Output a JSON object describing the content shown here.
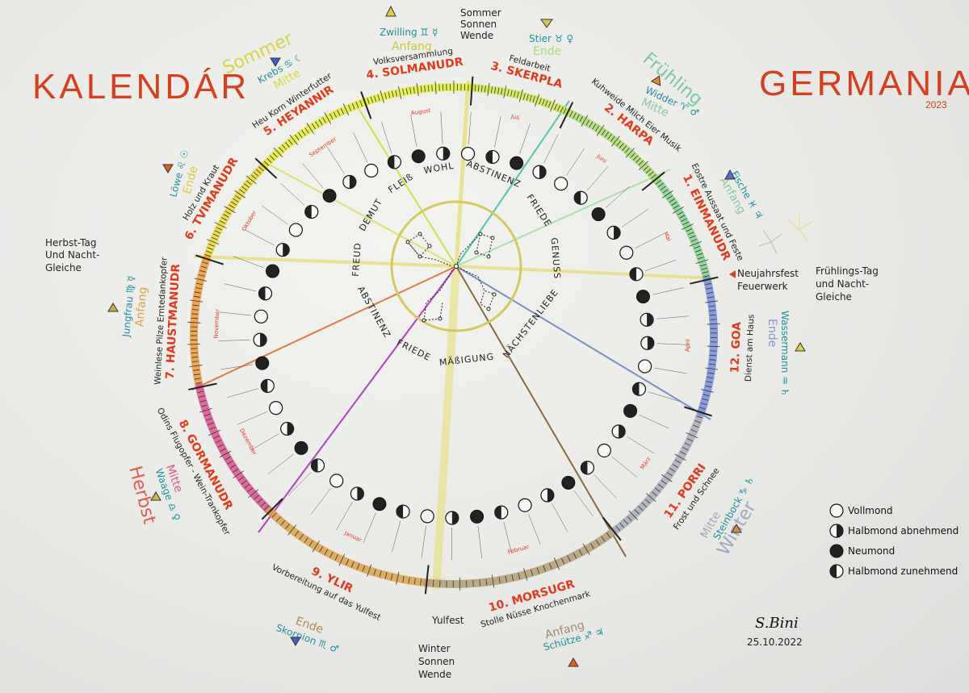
{
  "title": {
    "left": "KALENDÁR",
    "right": "GERMANIA",
    "year": "2023"
  },
  "months": [
    {
      "name": "1. EINMANUDR",
      "activity": "Eostre Aussaat und Feste",
      "color": "#86d48e"
    },
    {
      "name": "2. HARPA",
      "activity": "Kuhweide Milch Eier Musik",
      "color": "#a9dc70"
    },
    {
      "name": "3. SKERPLA",
      "activity": "Feldarbeit",
      "color": "#d2e654"
    },
    {
      "name": "4. SOLMANUDR",
      "activity": "Volksversammlung",
      "color": "#e4ee3c"
    },
    {
      "name": "5. HEYANNIR",
      "activity": "Heu Korn Winterfutter",
      "color": "#e6ea3a"
    },
    {
      "name": "6. TVIMANUDR",
      "activity": "Holz und Kraut",
      "color": "#e9d83a"
    },
    {
      "name": "7. HAUSTMANUDR",
      "activity": "Weinlese Pilze Erntedankopfer",
      "color": "#ea9a3c"
    },
    {
      "name": "8. GORMANUDR",
      "activity": "Odins Flugopfer - Wein-Trankopfer",
      "color": "#d9558f"
    },
    {
      "name": "9. YLIR",
      "activity": "Vorbereitung auf das Yulfest",
      "color": "#d8a24e"
    },
    {
      "name": "10. MORSUGR",
      "activity": "Stolle Nüsse Knochenmark",
      "color": "#b39c72"
    },
    {
      "name": "11. PORRI",
      "activity": "Frost und Schnee",
      "color": "#a9adb8"
    },
    {
      "name": "12. GOA",
      "activity": "Dienst am Haus",
      "color": "#7890d8"
    }
  ],
  "calendar_months": [
    "Mai",
    "Juni",
    "Juli",
    "August",
    "September",
    "Oktober",
    "November",
    "Dezember",
    "Januar",
    "Februar",
    "März",
    "April"
  ],
  "zodiac": [
    {
      "sign": "Zwilling ♊ ☿",
      "phase": "Anfang",
      "phase_color": "#c9c43a"
    },
    {
      "sign": "Stier ♉ ♀",
      "phase": "Ende",
      "phase_color": "#a9dc70"
    },
    {
      "sign": "Widder ♈ ♂",
      "phase": "Mitte",
      "phase_color": "#86c99a"
    },
    {
      "sign": "Fische ♓ ♃",
      "phase": "Anfang",
      "phase_color": "#86c99a"
    },
    {
      "sign": "Wassermann ♒ ♄",
      "phase": "Ende",
      "phase_color": "#8a96d0"
    },
    {
      "sign": "Steinbock ♑ ♄",
      "phase": "Mitte",
      "phase_color": "#a0a6b6"
    },
    {
      "sign": "Schütze ♐ ♃",
      "phase": "Anfang",
      "phase_color": "#9a8a6e"
    },
    {
      "sign": "Skorpion ♏ ♂",
      "phase": "Ende",
      "phase_color": "#b08a52"
    },
    {
      "sign": "Waage ♎ ♀",
      "phase": "Mitte",
      "phase_color": "#d9558f"
    },
    {
      "sign": "Jungfrau ♍ ☿",
      "phase": "Anfang",
      "phase_color": "#e0a040"
    },
    {
      "sign": "Löwe ♌ ☉",
      "phase": "Ende",
      "phase_color": "#d8c83a"
    },
    {
      "sign": "Krebs ♋ ☾",
      "phase": "Mitte",
      "phase_color": "#d8d83a"
    }
  ],
  "seasons": {
    "summer": "Sommer",
    "spring": "Frühling",
    "autumn": "Herbst",
    "winter": "Winter"
  },
  "events": {
    "summer_solstice": [
      "Sommer",
      "Sonnen",
      "Wende"
    ],
    "winter_solstice": [
      "Winter",
      "Sonnen",
      "Wende"
    ],
    "autumn_equinox": [
      "Herbst-Tag",
      "Und Nacht-",
      "Gleiche"
    ],
    "spring_equinox": [
      "Frühlings-Tag",
      "und Nacht-",
      "Gleiche"
    ],
    "new_year": [
      "Neujahrsfest",
      "Feuerwerk"
    ],
    "yulfest": "Yulfest"
  },
  "virtues": [
    "WOHL",
    "ABSTINENZ",
    "FRIEDE",
    "GENUSS",
    "NÄCHSTENLIEBE",
    "MÄßIGUNG",
    "FRIEDE",
    "ABSTINENZ",
    "FREUD",
    "DEMUT",
    "FLEIß"
  ],
  "legend": [
    {
      "phase": "full",
      "label": "Vollmond"
    },
    {
      "phase": "waning",
      "label": "Halbmond abnehmend"
    },
    {
      "phase": "new",
      "label": "Neumond"
    },
    {
      "phase": "waxing",
      "label": "Halbmond zunehmend"
    }
  ],
  "moon_phases": [
    "waning",
    "new",
    "waxing",
    "full",
    "waning",
    "new",
    "waxing",
    "full",
    "waning",
    "new",
    "waxing",
    "full",
    "waning",
    "new",
    "waxing",
    "full",
    "waning",
    "new",
    "waxing",
    "full",
    "waning",
    "new",
    "waxing",
    "full",
    "waning",
    "new",
    "waxing",
    "full",
    "waning",
    "new",
    "waxing",
    "full",
    "waning",
    "new",
    "waxing",
    "full",
    "waning",
    "new",
    "waxing",
    "full",
    "waning",
    "new",
    "waxing",
    "full",
    "waning",
    "new",
    "waxing",
    "full",
    "waning"
  ],
  "signature": {
    "name": "S.Bini",
    "date": "25.10.2022"
  }
}
